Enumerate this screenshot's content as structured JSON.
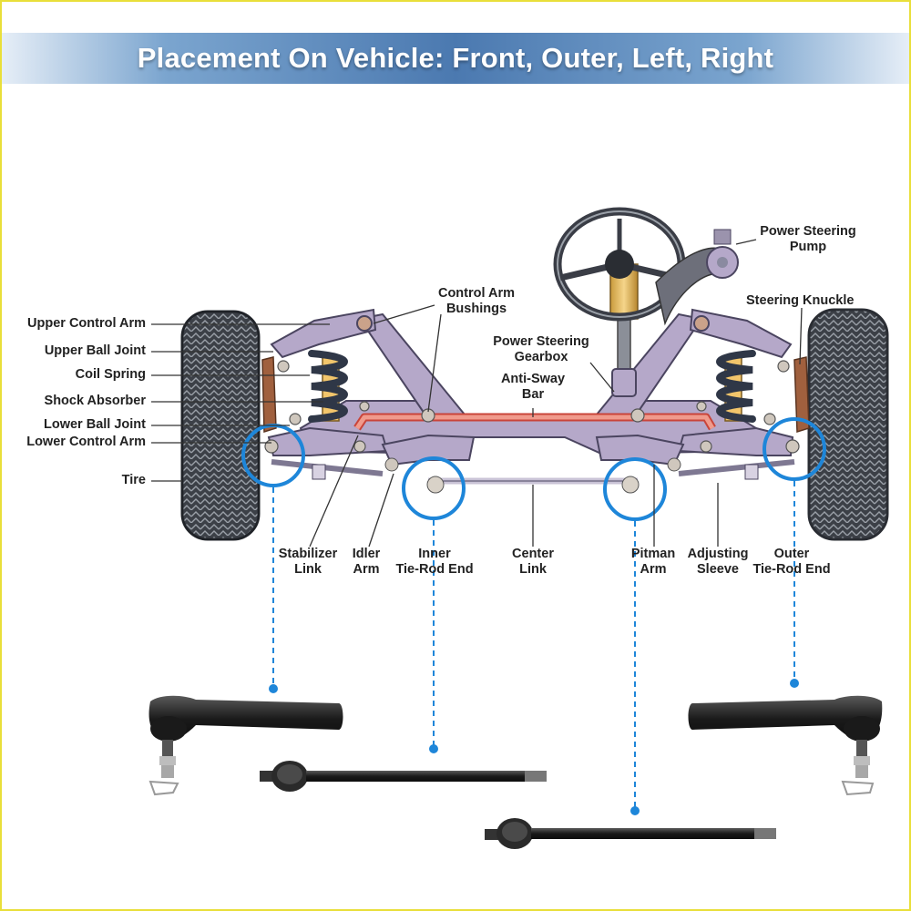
{
  "title": "Placement On Vehicle: Front, Outer, Left, Right",
  "colors": {
    "banner": "#4b79b0",
    "highlight_circle": "#1e86d9",
    "frame_purple": "#b5a8c9",
    "anti_sway_bar": "#e9776a",
    "spring": "#2f3747",
    "shock": "#f2c56b"
  },
  "labels": {
    "upper_control_arm": "Upper Control Arm",
    "upper_ball_joint": "Upper Ball Joint",
    "coil_spring": "Coil Spring",
    "shock_absorber": "Shock Absorber",
    "lower_ball_joint": "Lower Ball Joint",
    "lower_control_arm": "Lower Control Arm",
    "tire": "Tire",
    "control_arm_bushings_1": "Control Arm",
    "control_arm_bushings_2": "Bushings",
    "power_steering_gearbox_1": "Power Steering",
    "power_steering_gearbox_2": "Gearbox",
    "anti_sway_bar_1": "Anti-Sway",
    "anti_sway_bar_2": "Bar",
    "power_steering_pump_1": "Power Steering",
    "power_steering_pump_2": "Pump",
    "steering_knuckle": "Steering Knuckle",
    "stabilizer_link_1": "Stabilizer",
    "stabilizer_link_2": "Link",
    "idler_arm_1": "Idler",
    "idler_arm_2": "Arm",
    "inner_tie_rod_1": "Inner",
    "inner_tie_rod_2": "Tie-Rod End",
    "center_link_1": "Center",
    "center_link_2": "Link",
    "pitman_arm_1": "Pitman",
    "pitman_arm_2": "Arm",
    "adjusting_sleeve_1": "Adjusting",
    "adjusting_sleeve_2": "Sleeve",
    "outer_tie_rod_1": "Outer",
    "outer_tie_rod_2": "Tie-Rod End"
  }
}
